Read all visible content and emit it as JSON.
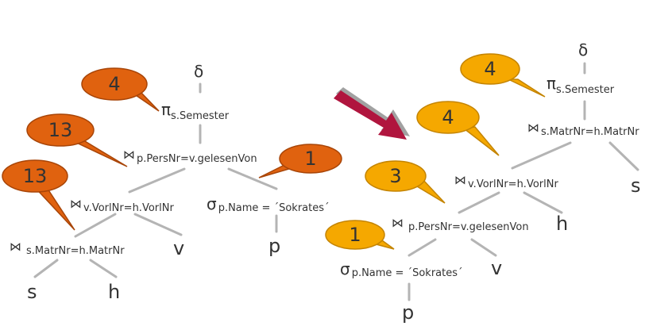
{
  "colors": {
    "edge": "#b4b4b4",
    "text": "#333333",
    "bubble_left_fill": "#e0620f",
    "bubble_left_stroke": "#a84508",
    "bubble_right_fill": "#f5a800",
    "bubble_right_stroke": "#c48400",
    "arrow_fill": "#b0153e",
    "arrow_shadow": "#8a8a8a"
  },
  "left_tree": {
    "delta": "δ",
    "pi_symbol": "π",
    "pi_sub": "s.Semester",
    "join1_symbol": "⋈",
    "join1_sub": "p.PersNr=v.gelesenVon",
    "join2_symbol": "⋈",
    "join2_sub": "v.VorlNr=h.VorlNr",
    "join3_symbol": "⋈",
    "join3_sub": "s.MatrNr=h.MatrNr",
    "sigma_symbol": "σ",
    "sigma_sub": "p.Name = ´Sokrates´",
    "leaf_s": "s",
    "leaf_h": "h",
    "leaf_v": "v",
    "leaf_p": "p",
    "bubble_pi": "4",
    "bubble_join1": "13",
    "bubble_join2": "13",
    "bubble_sigma": "1"
  },
  "right_tree": {
    "delta": "δ",
    "pi_symbol": "π",
    "pi_sub": "s.Semester",
    "join1_symbol": "⋈",
    "join1_sub": "s.MatrNr=h.MatrNr",
    "join2_symbol": "⋈",
    "join2_sub": "v.VorlNr=h.VorlNr",
    "join3_symbol": "⋈",
    "join3_sub": "p.PersNr=v.gelesenVon",
    "sigma_symbol": "σ",
    "sigma_sub": "p.Name = ´Sokrates´",
    "leaf_s": "s",
    "leaf_h": "h",
    "leaf_v": "v",
    "leaf_p": "p",
    "bubble_pi": "4",
    "bubble_join1": "4",
    "bubble_join2": "3",
    "bubble_sigma": "1"
  }
}
